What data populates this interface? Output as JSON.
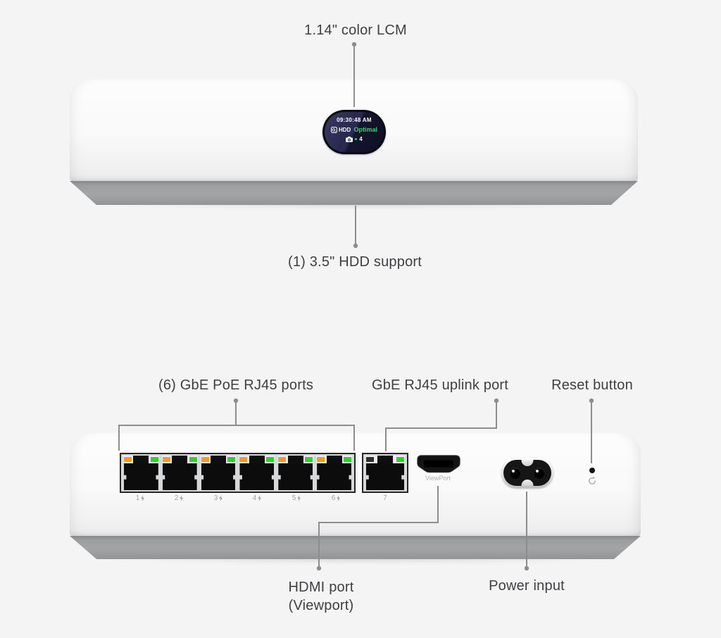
{
  "front_view": {
    "lcm_callout": "1.14\" color LCM",
    "hdd_callout": "(1) 3.5\" HDD support",
    "lcm_screen": {
      "time": "09:30:48 AM",
      "hdd_label": "HDD",
      "hdd_status": "Optimal",
      "camera_count": "4"
    }
  },
  "back_view": {
    "poe_callout": "(6) GbE PoE RJ45 ports",
    "uplink_callout": "GbE RJ45 uplink port",
    "reset_callout": "Reset button",
    "hdmi_callout_line1": "HDMI port",
    "hdmi_callout_line2": "(Viewport)",
    "power_callout": "Power input",
    "poe_ports": [
      {
        "num": "1"
      },
      {
        "num": "2"
      },
      {
        "num": "3"
      },
      {
        "num": "4"
      },
      {
        "num": "5"
      },
      {
        "num": "6"
      }
    ],
    "uplink_port_num": "7",
    "hdmi_port_label": "ViewPort"
  },
  "icons": {
    "hdd": "drive-icon",
    "camera": "camera-icon",
    "poe": "lightning-bolt-icon",
    "reset": "reset-arrow-icon"
  },
  "colors": {
    "background": "#f4f4f5",
    "label_text": "#3e3f42",
    "callout_line": "#8d8d8d",
    "device_base_gray": "#9c9d9f",
    "led_orange": "#f59a23",
    "led_green": "#2ed32a",
    "status_green": "#2fd06a",
    "screen_navy": "#23234a"
  }
}
